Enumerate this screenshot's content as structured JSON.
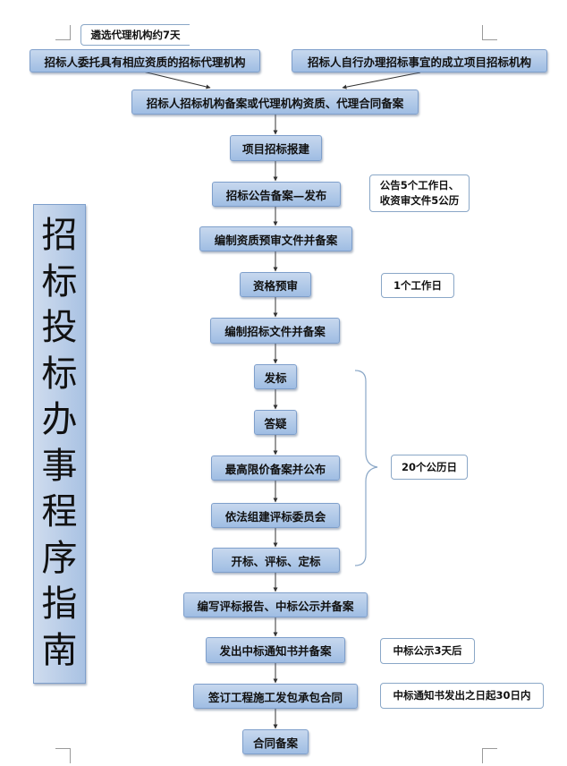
{
  "title_chars": [
    "招",
    "标",
    "投",
    "标",
    "办",
    "事",
    "程",
    "序",
    "指",
    "南"
  ],
  "top_note": "遴选代理机构约7天",
  "steps": {
    "s1a": "招标人委托具有相应资质的招标代理机构",
    "s1b": "招标人自行办理招标事宜的成立项目招标机构",
    "s2": "招标人招标机构备案或代理机构资质、代理合同备案",
    "s3": "项目招标报建",
    "s4": "招标公告备案—发布",
    "s5": "编制资质预审文件并备案",
    "s6": "资格预审",
    "s7": "编制招标文件并备案",
    "s8": "发标",
    "s9": "答疑",
    "s10": "最高限价备案并公布",
    "s11": "依法组建评标委员会",
    "s12": "开标、评标、定标",
    "s13": "编写评标报告、中标公示并备案",
    "s14": "发出中标通知书并备案",
    "s15": "签订工程施工发包承包合同",
    "s16": "合同备案"
  },
  "notes": {
    "announce_line1": "公告5个工作日、",
    "announce_line2": "收资审文件5公历",
    "prequal": "1个工作日",
    "bracket": "20个公历日",
    "publicity": "中标公示3天后",
    "contract": "中标通知书发出之日起30日内"
  }
}
